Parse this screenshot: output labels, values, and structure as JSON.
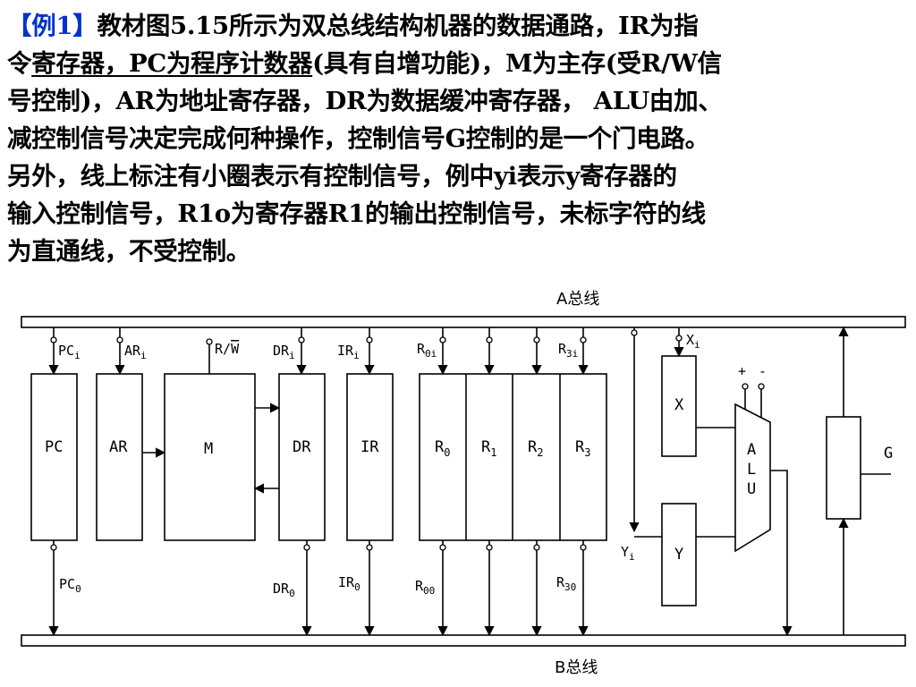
{
  "text": {
    "p1_prefix": "【例1】",
    "p1_rest": "教材图5.15所示为双总线结构机器的数据通路，IR为指",
    "p2_a": "令",
    "p2_ul": "寄存器，PC为程序计数器",
    "p2_rest": "(具有自增功能)，M为主存(受R/W信",
    "p3": "号控制)，AR为地址寄存器，DR为数据缓冲寄存器， ALU由加、",
    "p4": "减控制信号决定完成何种操作，控制信号G控制的是一个门电路。",
    "p5": "另外，线上标注有小圈表示有控制信号，例中yi表示y寄存器的",
    "p6": "输入控制信号，R1o为寄存器R1的输出控制信号，未标字符的线",
    "p7": "为直通线，不受控制。"
  },
  "diagram": {
    "bus_a": "A总线",
    "bus_b": "B总线",
    "blocks": {
      "pc": "PC",
      "ar": "AR",
      "m": "M",
      "dr": "DR",
      "ir": "IR",
      "r0": "R",
      "r0sub": "0",
      "r1": "R",
      "r1sub": "1",
      "r2": "R",
      "r2sub": "2",
      "r3": "R",
      "r3sub": "3",
      "x": "X",
      "y": "Y",
      "alu": [
        "A",
        "L",
        "U"
      ],
      "g": "G"
    },
    "signals": {
      "pci": "PC",
      "pci_sub": "i",
      "ari": "AR",
      "ari_sub": "i",
      "rw": "R/",
      "rw_bar": "W",
      "dri": "DR",
      "dri_sub": "i",
      "iri": "IR",
      "iri_sub": "i",
      "r0i": "R",
      "r0i_sub": "0i",
      "r3i": "R",
      "r3i_sub": "3i",
      "xi": "X",
      "xi_sub": "i",
      "yi": "Y",
      "yi_sub": "i",
      "plus": "+",
      "minus": "-",
      "pco": "PC",
      "pco_sub": "0",
      "dro": "DR",
      "dro_sub": "0",
      "iro": "IR",
      "iro_sub": "0",
      "r0o": "R",
      "r0o_sub": "00",
      "r3o": "R",
      "r3o_sub": "30"
    }
  }
}
